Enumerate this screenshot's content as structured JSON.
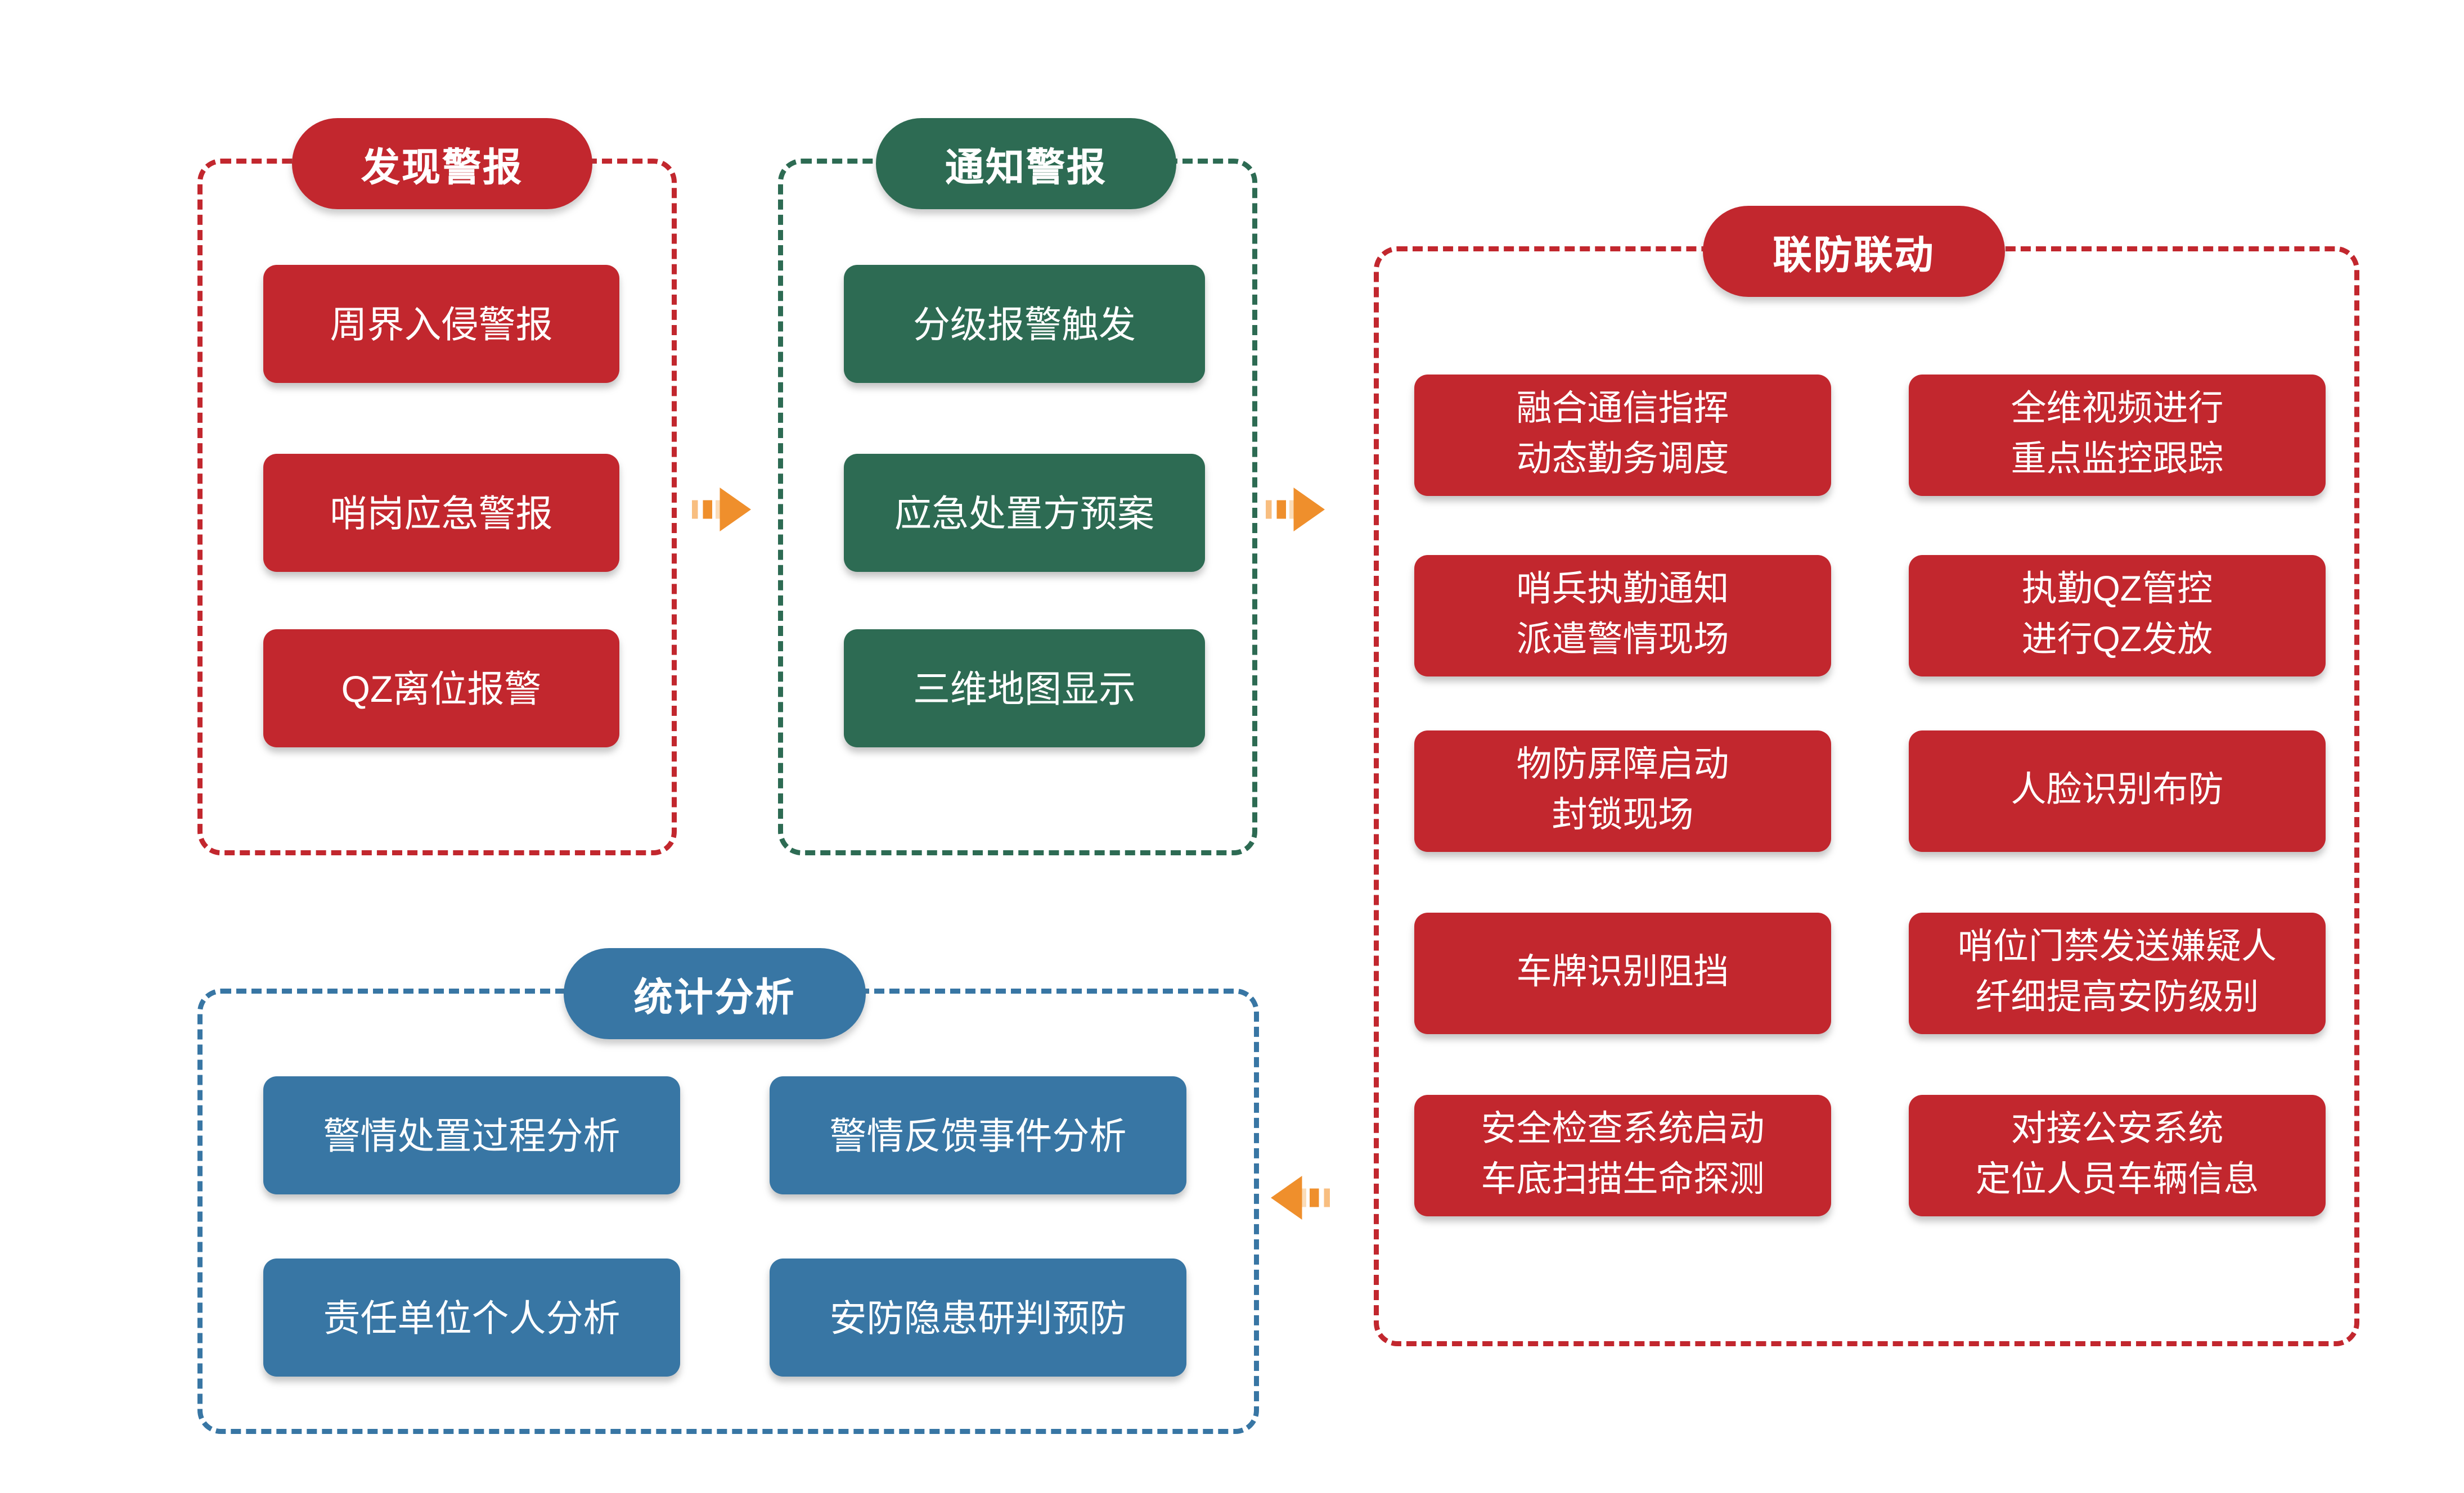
{
  "palette": {
    "red": "#C2272E",
    "green": "#2D6B53",
    "blue": "#3876A4",
    "orange": "#EF8F2C",
    "orange_light": "#F8BE80",
    "orange_pale": "#FBDCB8",
    "text": "#FFFFFF",
    "background": "#FFFFFF"
  },
  "icons": {
    "flow_arrow_right": "striped-right-arrow",
    "flow_arrow_left": "striped-left-arrow"
  },
  "groups": {
    "discover": {
      "title": "发现警报",
      "boxes": {
        "b1": "周界入侵警报",
        "b2": "哨岗应急警报",
        "b3": "QZ离位报警"
      }
    },
    "notify": {
      "title": "通知警报",
      "boxes": {
        "b1": "分级报警触发",
        "b2": "应急处置方预案",
        "b3": "三维地图显示"
      }
    },
    "joint": {
      "title": "联防联动",
      "boxes": {
        "r1c1": [
          "融合通信指挥",
          "动态勤务调度"
        ],
        "r1c2": [
          "全维视频进行",
          "重点监控跟踪"
        ],
        "r2c1": [
          "哨兵执勤通知",
          "派遣警情现场"
        ],
        "r2c2": [
          "执勤QZ管控",
          "进行QZ发放"
        ],
        "r3c1": [
          "物防屏障启动",
          "封锁现场"
        ],
        "r3c2": [
          "人脸识别布防"
        ],
        "r4c1": [
          "车牌识别阻挡"
        ],
        "r4c2": [
          "哨位门禁发送嫌疑人",
          "纤细提高安防级别"
        ],
        "r5c1": [
          "安全检查系统启动",
          "车底扫描生命探测"
        ],
        "r5c2": [
          "对接公安系统",
          "定位人员车辆信息"
        ]
      }
    },
    "stats": {
      "title": "统计分析",
      "boxes": {
        "b1": "警情处置过程分析",
        "b2": "警情反馈事件分析",
        "b3": "责任单位个人分析",
        "b4": "安防隐患研判预防"
      }
    }
  }
}
